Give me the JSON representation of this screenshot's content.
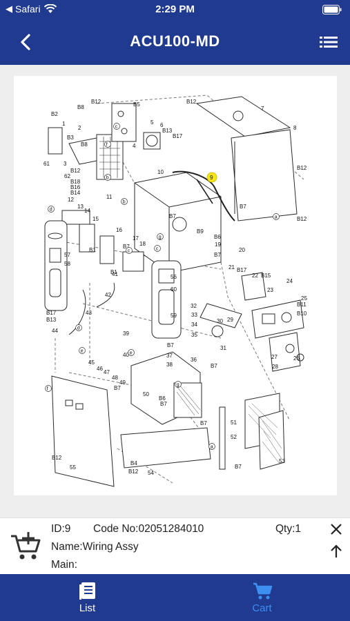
{
  "status_bar": {
    "carrier": "Safari",
    "time": "2:29 PM"
  },
  "nav": {
    "title": "ACU100-MD",
    "back_icon": "chevron-left-icon",
    "menu_icon": "list-icon"
  },
  "diagram": {
    "highlight_color": "#f5e51a",
    "part_numbers": [
      "1",
      "2",
      "3",
      "4",
      "5",
      "6",
      "7",
      "8",
      "9",
      "10",
      "11",
      "12",
      "13",
      "14",
      "15",
      "16",
      "17",
      "18",
      "19",
      "20",
      "21",
      "22",
      "23",
      "24",
      "25",
      "26",
      "27",
      "28",
      "29",
      "30",
      "31",
      "32",
      "33",
      "34",
      "35",
      "36",
      "37",
      "38",
      "39",
      "40",
      "41",
      "42",
      "43",
      "44",
      "45",
      "46",
      "47",
      "48",
      "49",
      "50",
      "51",
      "52",
      "53",
      "54",
      "55",
      "56",
      "57",
      "58",
      "59",
      "60",
      "61",
      "62"
    ],
    "ref_labels": [
      "B1",
      "B2",
      "B3",
      "B4",
      "B5",
      "B6",
      "B7",
      "B8",
      "B9",
      "B10",
      "B11",
      "B12",
      "B13",
      "B14",
      "B15",
      "B16",
      "B17",
      "B18"
    ],
    "callouts": [
      "a",
      "b",
      "c",
      "d",
      "e",
      "f",
      "g"
    ],
    "selected_part": "9"
  },
  "detail": {
    "id": "ID:9",
    "code": "Code No:02051284010",
    "qty": "Qty:1",
    "name": "Name:Wiring Assy",
    "main": "Main:"
  },
  "tabs": [
    {
      "label": "List",
      "icon": "book-icon",
      "color": "#ffffff"
    },
    {
      "label": "Cart",
      "icon": "cart-icon",
      "color": "#3d8ff0"
    }
  ],
  "colors": {
    "brand": "#1f3a8f",
    "accent": "#3d8ff0"
  }
}
